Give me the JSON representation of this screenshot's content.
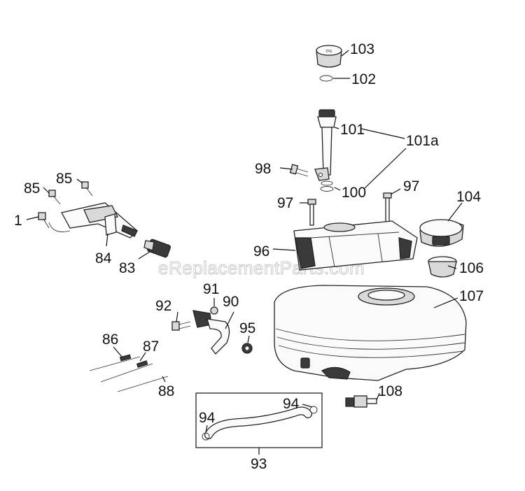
{
  "watermark": "eReplacementParts.com",
  "callouts": {
    "c103": "103",
    "c102": "102",
    "c101": "101",
    "c101a": "101a",
    "c98": "98",
    "c100": "100",
    "c97a": "97",
    "c97b": "97",
    "c104": "104",
    "c85a": "85",
    "c85b": "85",
    "c1": "1",
    "c84": "84",
    "c83": "83",
    "c96": "96",
    "c106": "106",
    "c91": "91",
    "c90": "90",
    "c92": "92",
    "c107": "107",
    "c95": "95",
    "c86": "86",
    "c87": "87",
    "c88": "88",
    "c108": "108",
    "c94a": "94",
    "c94b": "94",
    "c93": "93"
  }
}
